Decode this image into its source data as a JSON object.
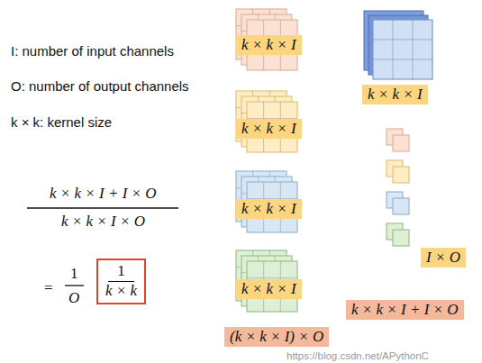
{
  "diagram": {
    "nodes": [
      {
        "text": [
          "k × k × I"
        ]
      },
      {
        "text": [
          "k × k × I"
        ]
      },
      {
        "text": [
          "k × k × I"
        ]
      },
      {
        "text": [
          "k × k × I"
        ]
      },
      {
        "text": [
          "(k × k × I) × O"
        ]
      },
      {
        "text": [
          "k × k × I"
        ]
      },
      {
        "text": [
          "I × O"
        ]
      },
      {
        "text": [
          "k × k × I + I × O"
        ]
      },
      {
        "text": [
          "1",
          "k × k"
        ]
      }
    ],
    "labels": [
      "I: number of input channels",
      "O: number of output channels",
      "k × k: kernel size",
      "k × k × I + I × O",
      "k × k × I × O",
      "=",
      "1",
      "O",
      "https://blog.csdn.net/APythonC"
    ]
  }
}
